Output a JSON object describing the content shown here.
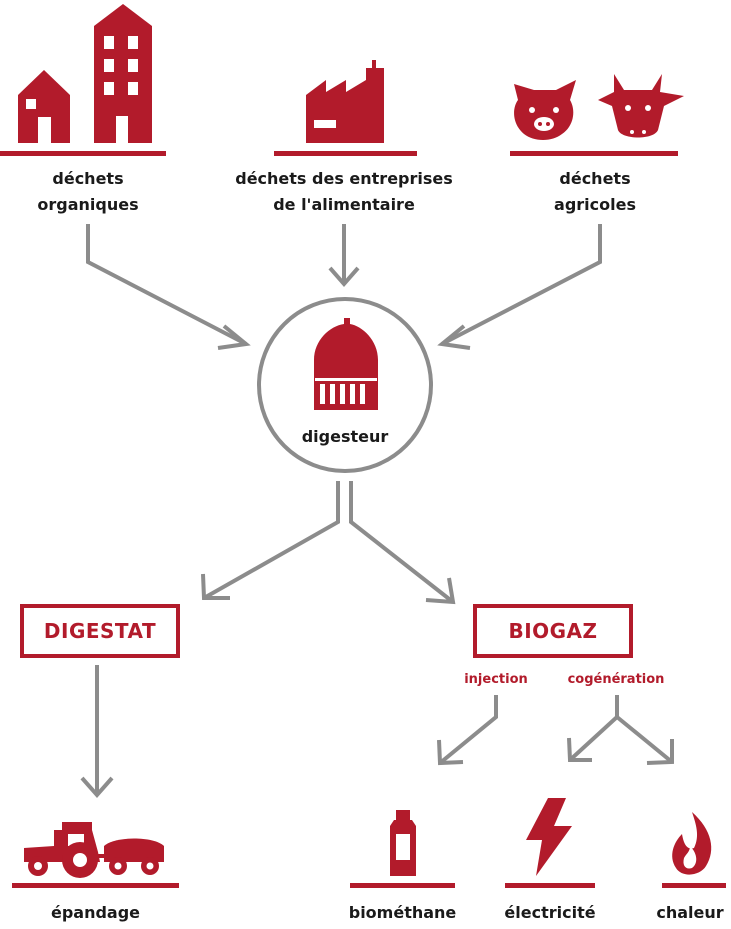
{
  "colors": {
    "accent": "#b21b2b",
    "arrow": "#8c8c8c",
    "text": "#1a1a1a"
  },
  "sources": [
    {
      "line1": "déchets",
      "line2": "organiques",
      "icon": "buildings-icon"
    },
    {
      "line1": "déchets des entreprises",
      "line2": "de l'alimentaire",
      "icon": "factory-icon"
    },
    {
      "line1": "déchets",
      "line2": "agricoles",
      "icon": "pig-cow-icon"
    }
  ],
  "digester": {
    "label": "digesteur",
    "icon": "digester-tank-icon"
  },
  "outputs": {
    "digestat": "DIGESTAT",
    "biogaz": "BIOGAZ"
  },
  "routes": {
    "injection": "injection",
    "cogeneration": "cogénération"
  },
  "endpoints": [
    {
      "label": "épandage",
      "icon": "tractor-icon"
    },
    {
      "label": "biométhane",
      "icon": "gas-bottle-icon"
    },
    {
      "label": "électricité",
      "icon": "lightning-icon"
    },
    {
      "label": "chaleur",
      "icon": "flame-icon"
    }
  ]
}
